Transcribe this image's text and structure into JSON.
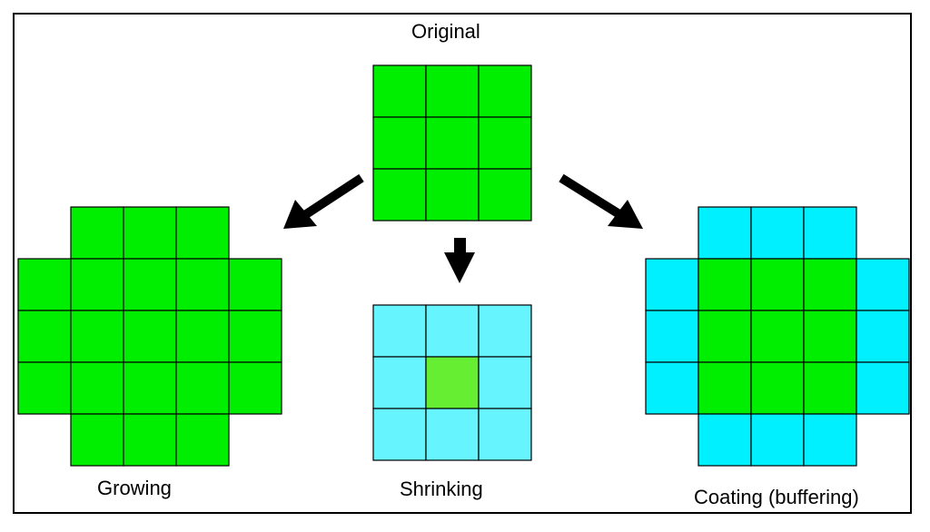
{
  "labels": {
    "original": "Original",
    "growing": "Growing",
    "shrinking": "Shrinking",
    "coating": "Coating (buffering)"
  },
  "colors": {
    "green": "#00ee00",
    "cyan": "#00f0ff",
    "light_cyan": "#66f5ff",
    "light_green": "#66ee33",
    "grid_line": "#000000",
    "arrow": "#000000"
  },
  "grids": {
    "original": [
      "GGG",
      "GGG",
      "GGG"
    ],
    "growing": [
      ".GGG.",
      "GGGGG",
      "GGGGG",
      "GGGGG",
      ".GGG."
    ],
    "shrinking": [
      "ccc",
      "cgc",
      "ccc"
    ],
    "coating": [
      ".CCC.",
      "CGGGC",
      "CGGGC",
      "CGGGC",
      ".CCC."
    ]
  }
}
